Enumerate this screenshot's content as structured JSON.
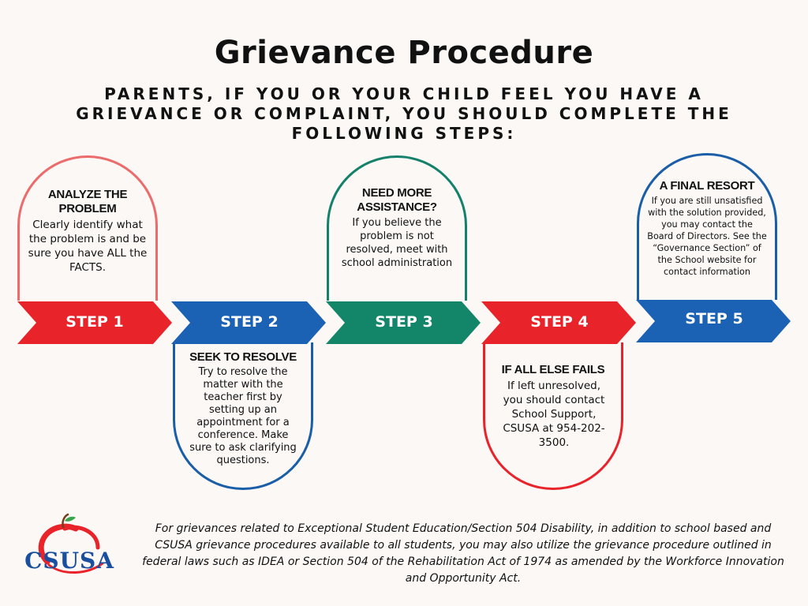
{
  "title": "Grievance Procedure",
  "subtitle": "PARENTS, IF YOU OR YOUR CHILD FEEL YOU HAVE A GRIEVANCE OR COMPLAINT, YOU SHOULD COMPLETE THE FOLLOWING STEPS:",
  "colors": {
    "red": "#e8232a",
    "blue": "#1c62b4",
    "green": "#13866a",
    "pink": "#ec6b6b",
    "dark_blue": "#1a5ea8",
    "dark_green": "#14816a"
  },
  "steps": [
    {
      "label": "STEP 1",
      "heading": "ANALYZE THE PROBLEM",
      "body": "Clearly identify what the problem is and be sure you have ALL the FACTS."
    },
    {
      "label": "STEP 2",
      "heading": "SEEK TO RESOLVE",
      "body": "Try to resolve the matter with the teacher first by setting up an appointment for a conference. Make sure to ask clarifying questions."
    },
    {
      "label": "STEP 3",
      "heading": "NEED MORE ASSISTANCE?",
      "body": "If you believe the problem is not resolved, meet with school administration"
    },
    {
      "label": "STEP 4",
      "heading": "IF ALL ELSE FAILS",
      "body": "If left unresolved, you should contact School Support, CSUSA at 954-202-3500."
    },
    {
      "label": "STEP 5",
      "heading": "A FINAL RESORT",
      "body": "If you are still unsatisfied with the solution provided, you may contact the Board of Directors. See the “Governance Section” of the School website for contact information"
    }
  ],
  "logo": {
    "text": "CSUSA",
    "icon": "apple-icon"
  },
  "footnote": "For grievances related to Exceptional Student Education/Section 504 Disability, in addition to school based and CSUSA grievance procedures available to all students, you may also utilize the grievance procedure outlined in federal laws such as IDEA or Section 504 of the Rehabilitation Act of 1974 as amended by the Workforce Innovation and Opportunity Act."
}
